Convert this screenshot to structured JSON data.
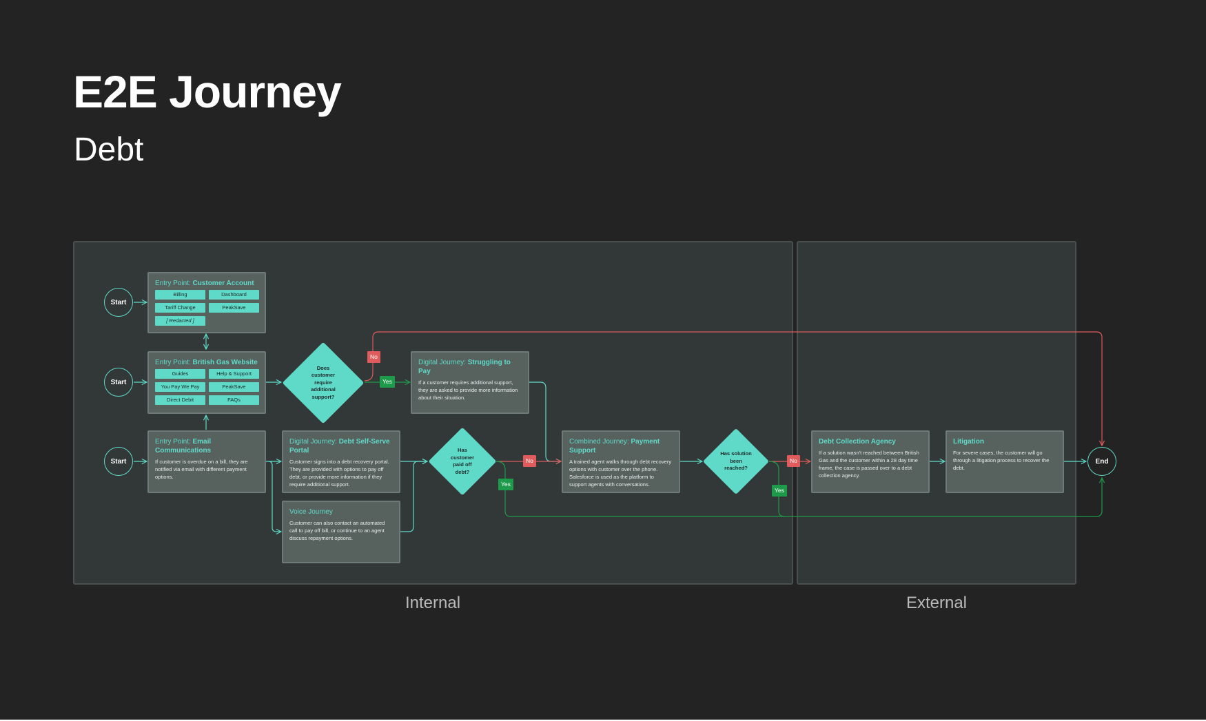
{
  "page": {
    "title": "E2E Journey",
    "subtitle": "Debt"
  },
  "colors": {
    "background": "#232323",
    "accent": "#5fdac9",
    "card": "#57625f",
    "zone": "#323837",
    "no": "#e05b5b",
    "yes": "#1e9b4a"
  },
  "zones": {
    "internal_label": "Internal",
    "external_label": "External"
  },
  "starts": {
    "label": "Start"
  },
  "end": {
    "label": "End"
  },
  "entry_account": {
    "prefix": "Entry Point: ",
    "name": "Customer Account",
    "chips": [
      "Billing",
      "Dashboard",
      "Tariff Change",
      "PeakSave",
      "[ Redacted ]"
    ]
  },
  "entry_website": {
    "prefix": "Entry Point: ",
    "name": "British Gas Website",
    "chips": [
      "Guides",
      "Help & Support",
      "You Pay We Pay",
      "PeakSave",
      "Direct Debit",
      "FAQs"
    ]
  },
  "entry_email": {
    "prefix": "Entry Point: ",
    "name": "Email Communications",
    "body": "If customer is overdue on a bill, they are notified via email with different payment options."
  },
  "decision_support": {
    "label": "Does customer require additional support?"
  },
  "struggling": {
    "prefix": "Digital Journey: ",
    "name": "Struggling to Pay",
    "body": "If a customer requires additional support, they are asked to provide more information about their situation."
  },
  "self_serve": {
    "prefix": "Digital Journey: ",
    "name": "Debt Self-Serve Portal",
    "body": "Customer signs into a debt recovery portal. They are provided with options to pay off debt, or provide more information if they require additional support."
  },
  "voice": {
    "title": "Voice Journey",
    "body": "Customer can also contact an automated call to pay off bill, or continue to an agent discuss repayment options."
  },
  "decision_paid": {
    "label": "Has customer paid off debt?"
  },
  "payment_support": {
    "prefix": "Combined Journey: ",
    "name": "Payment Support",
    "body": "A trained agent walks through debt recovery options with customer over the phone. Salesforce is used as the platform to support agents with conversations."
  },
  "decision_solution": {
    "label": "Has solution been reached?"
  },
  "agency": {
    "title": "Debt Collection Agency",
    "body": "If a solution wasn't reached between British Gas and the customer within a 28 day time frame, the case is passed over to a debt collection agency."
  },
  "litigation": {
    "title": "Litigation",
    "body": "For severe cases, the customer will go through a litigation process to recover the debt."
  },
  "branch_tags": {
    "no": "No",
    "yes": "Yes"
  }
}
